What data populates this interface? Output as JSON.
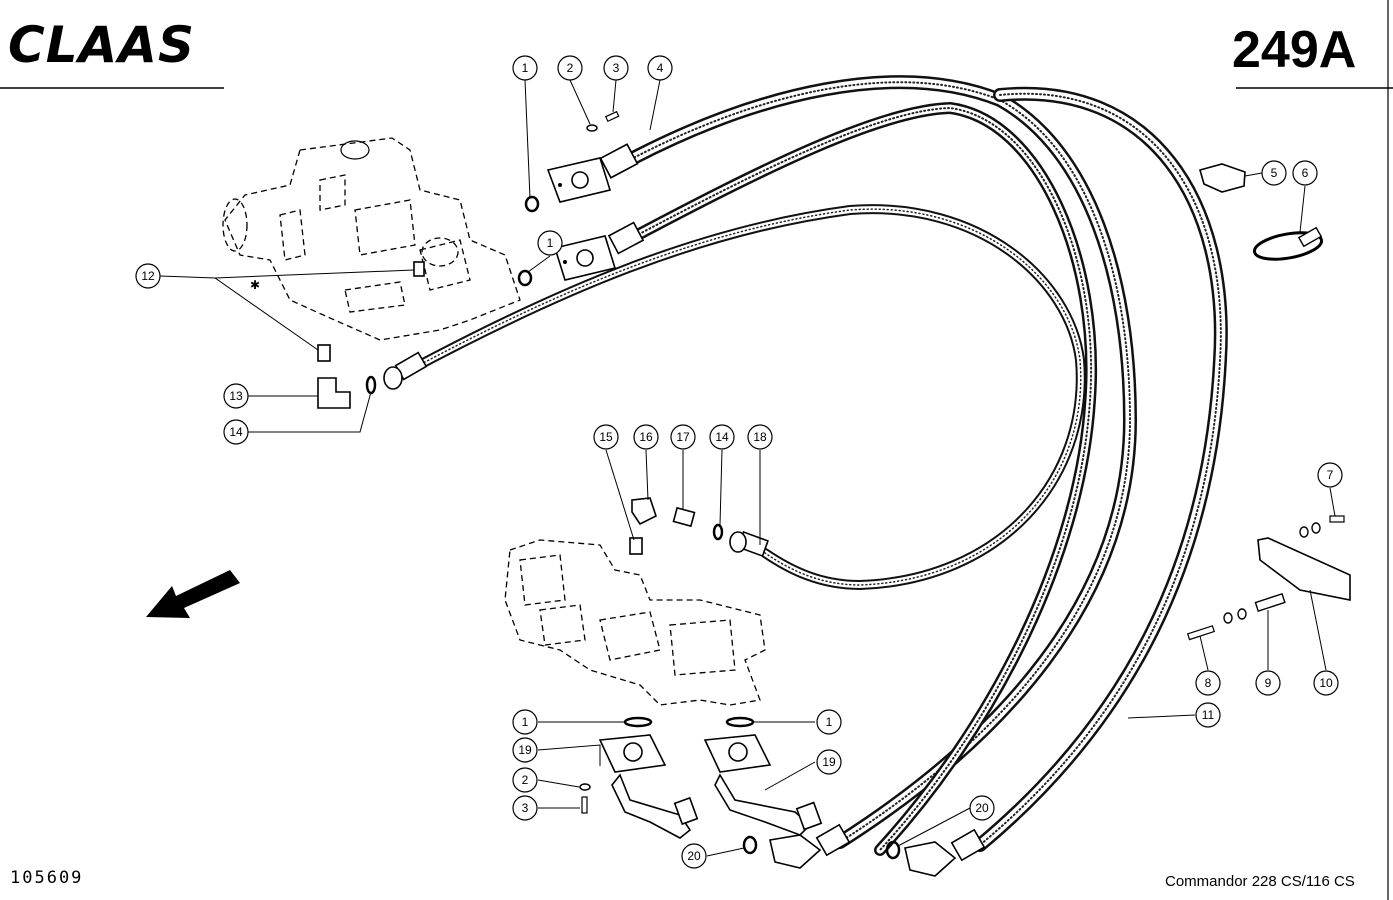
{
  "header": {
    "brand_logo": "CLAAS",
    "page_code": "249A"
  },
  "footer": {
    "drawing_number": "105609",
    "model": "Commandor 228 CS/116 CS"
  },
  "callouts": [
    {
      "id": "c1a",
      "label": "1"
    },
    {
      "id": "c2a",
      "label": "2"
    },
    {
      "id": "c3a",
      "label": "3"
    },
    {
      "id": "c4",
      "label": "4"
    },
    {
      "id": "c1b",
      "label": "1"
    },
    {
      "id": "c5",
      "label": "5"
    },
    {
      "id": "c6",
      "label": "6"
    },
    {
      "id": "c12",
      "label": "12"
    },
    {
      "id": "c13",
      "label": "13"
    },
    {
      "id": "c14a",
      "label": "14"
    },
    {
      "id": "c15",
      "label": "15"
    },
    {
      "id": "c16",
      "label": "16"
    },
    {
      "id": "c17",
      "label": "17"
    },
    {
      "id": "c14b",
      "label": "14"
    },
    {
      "id": "c18",
      "label": "18"
    },
    {
      "id": "c7",
      "label": "7"
    },
    {
      "id": "c8",
      "label": "8"
    },
    {
      "id": "c9",
      "label": "9"
    },
    {
      "id": "c10",
      "label": "10"
    },
    {
      "id": "c11",
      "label": "11"
    },
    {
      "id": "c1c",
      "label": "1"
    },
    {
      "id": "c1d",
      "label": "1"
    },
    {
      "id": "c19a",
      "label": "19"
    },
    {
      "id": "c19b",
      "label": "19"
    },
    {
      "id": "c2b",
      "label": "2"
    },
    {
      "id": "c3b",
      "label": "3"
    },
    {
      "id": "c20a",
      "label": "20"
    },
    {
      "id": "c20b",
      "label": "20"
    }
  ]
}
